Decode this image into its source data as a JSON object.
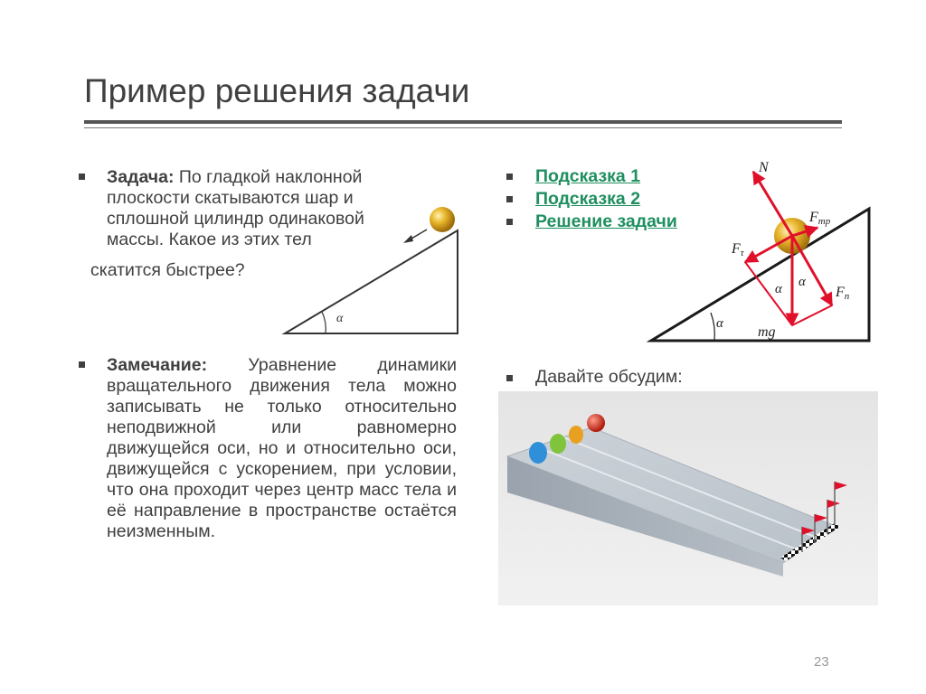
{
  "slide": {
    "title": "Пример решения задачи",
    "page_number": "23"
  },
  "task": {
    "label": "Задача:",
    "text": " По гладкой наклонной плоскости скатываются шар и сплошной цилиндр одинаковой массы. Какое из этих тел",
    "text_last": "скатится быстрее?"
  },
  "remark": {
    "label": "Замечание:",
    "text": " Уравнение динамики вращательного движения тела можно записывать не только относительно неподвижной или равномерно движущейся оси, но и относительно оси, движущейся с ускорением, при условии, что она проходит через центр масс тела и её направление в пространстве остаётся неизменным."
  },
  "links": [
    {
      "label": "Подсказка 1"
    },
    {
      "label": "Подсказка 2"
    },
    {
      "label": "Решение задачи"
    }
  ],
  "discuss": {
    "text": "Давайте обсудим:"
  },
  "diagram_small": {
    "angle_label": "α"
  },
  "diagram_forces": {
    "N": "N",
    "F_tr": "F",
    "F_tr_sub": "тр",
    "F_tau": "F",
    "F_tau_sub": "τ",
    "F_n": "F",
    "F_n_sub": "n",
    "mg": "mg",
    "alpha": "α"
  },
  "colors": {
    "text": "#404040",
    "link": "#1f8f5f",
    "force_arrow": "#e0102a",
    "ball": "#e0a81e"
  }
}
